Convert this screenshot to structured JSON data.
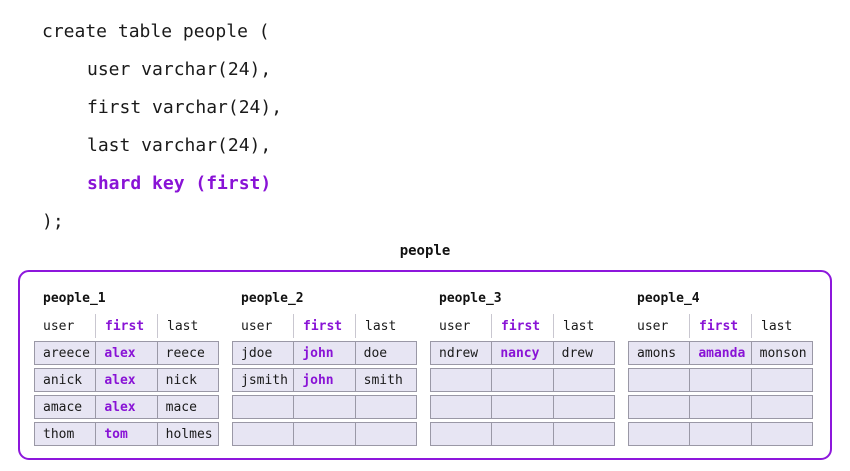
{
  "code": {
    "lines": [
      {
        "text": "create table people (",
        "indent": false,
        "highlight": false
      },
      {
        "text": "user varchar(24),",
        "indent": true,
        "highlight": false
      },
      {
        "text": "first varchar(24),",
        "indent": true,
        "highlight": false
      },
      {
        "text": "last varchar(24),",
        "indent": true,
        "highlight": false
      },
      {
        "text": "shard key (first)",
        "indent": true,
        "highlight": true
      },
      {
        "text": ");",
        "indent": false,
        "highlight": false
      }
    ]
  },
  "diagram": {
    "title": "people",
    "columns": [
      "user",
      "first",
      "last"
    ],
    "shard_column": "first",
    "shards": [
      {
        "name": "people_1",
        "rows": [
          [
            "areece",
            "alex",
            "reece"
          ],
          [
            "anick",
            "alex",
            "nick"
          ],
          [
            "amace",
            "alex",
            "mace"
          ],
          [
            "thom",
            "tom",
            "holmes"
          ]
        ]
      },
      {
        "name": "people_2",
        "rows": [
          [
            "jdoe",
            "john",
            "doe"
          ],
          [
            "jsmith",
            "john",
            "smith"
          ],
          [
            "",
            "",
            ""
          ],
          [
            "",
            "",
            ""
          ]
        ]
      },
      {
        "name": "people_3",
        "rows": [
          [
            "ndrew",
            "nancy",
            "drew"
          ],
          [
            "",
            "",
            ""
          ],
          [
            "",
            "",
            ""
          ],
          [
            "",
            "",
            ""
          ]
        ]
      },
      {
        "name": "people_4",
        "rows": [
          [
            "amons",
            "amanda",
            "monson"
          ],
          [
            "",
            "",
            ""
          ],
          [
            "",
            "",
            ""
          ],
          [
            "",
            "",
            ""
          ]
        ]
      }
    ]
  },
  "colors": {
    "accent_purple": "#8913d6",
    "box_border_purple": "#8d17dc",
    "cell_background": "#e7e5f3",
    "cell_border": "#9a98a6",
    "header_divider": "#c9c7d0",
    "text": "#1a1a1a"
  }
}
